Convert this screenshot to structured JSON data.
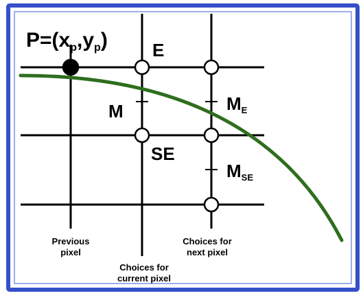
{
  "colors": {
    "frame": "#3550c8",
    "grid": "#000000",
    "curve": "#2e6e1e",
    "background": "#ffffff"
  },
  "point_label": {
    "prefix": "P=(x",
    "sub_x": "p",
    "mid": ",y",
    "sub_y": "p",
    "suffix": ")"
  },
  "labels": {
    "E": "E",
    "M": "M",
    "SE": "SE",
    "ME_main": "M",
    "ME_sub": "E",
    "MSE_main": "M",
    "MSE_sub": "SE"
  },
  "captions": {
    "previous_line1": "Previous",
    "previous_line2": "pixel",
    "current_line1": "Choices for",
    "current_line2": "current pixel",
    "next_line1": "Choices for",
    "next_line2": "next pixel"
  }
}
